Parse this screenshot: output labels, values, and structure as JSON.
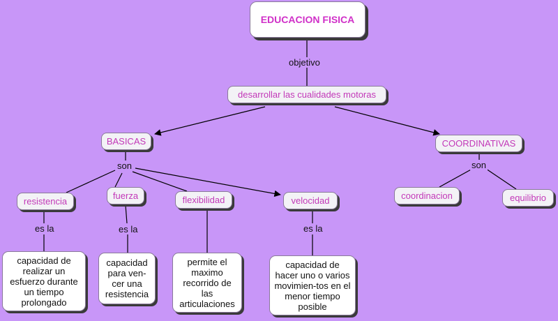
{
  "title": "EDUCACION FISICA",
  "link_objetivo": "objetivo",
  "goal": "desarrollar las cualidades motoras",
  "basicas": {
    "label": "BASICAS",
    "link": "son",
    "items": {
      "resistencia": {
        "label": "resistencia",
        "link": "es la",
        "definition": "capacidad de realizar un esfuerzo durante un tiempo prolongado"
      },
      "fuerza": {
        "label": "fuerza",
        "link": "es la",
        "definition": "capacidad para ven-cer una resistencia"
      },
      "flexibilidad": {
        "label": "flexibilidad",
        "definition": "permite el maximo recorrido de las articulaciones"
      },
      "velocidad": {
        "label": "velocidad",
        "link": "es la",
        "definition": "capacidad de hacer uno o varios movimien-tos en el menor tiempo posible"
      }
    }
  },
  "coordinativas": {
    "label": "COORDINATIVAS",
    "link": "son",
    "items": {
      "coordinacion": "coordinacion",
      "equilibrio": "equilibrio"
    }
  },
  "colors": {
    "background": "#c896f8",
    "node_text": "#c238b8",
    "title_text": "#d030c8",
    "box": "#f3f2f6"
  }
}
